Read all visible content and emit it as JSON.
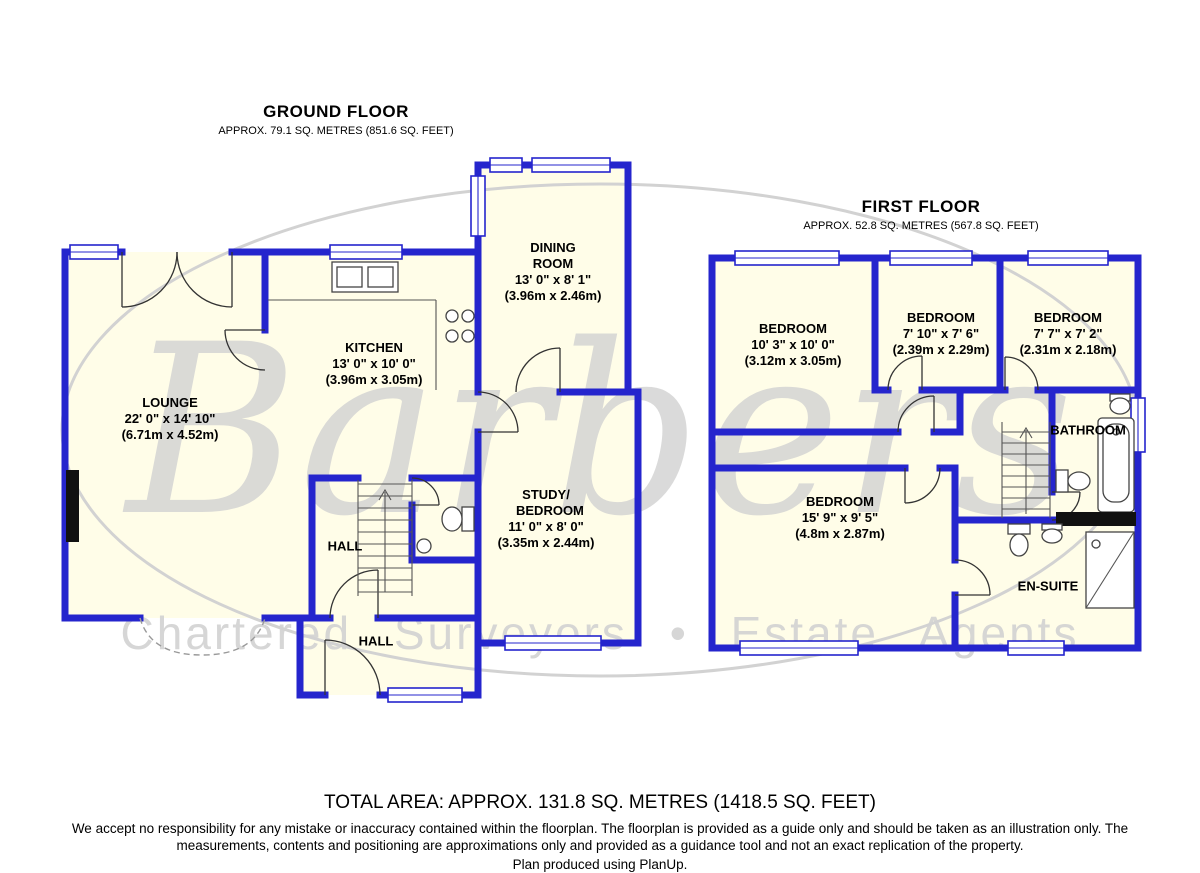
{
  "watermark": {
    "brand": "Barbers",
    "tagline": "Chartered Surveyors • Estate Agents"
  },
  "ground_floor": {
    "title": "GROUND FLOOR",
    "subtitle": "APPROX. 79.1 SQ. METRES (851.6 SQ. FEET)",
    "rooms": {
      "lounge": {
        "name": "LOUNGE",
        "imperial": "22' 0\" x 14' 10\"",
        "metric": "(6.71m x 4.52m)"
      },
      "kitchen": {
        "name": "KITCHEN",
        "imperial": "13' 0\" x 10' 0\"",
        "metric": "(3.96m x 3.05m)"
      },
      "dining": {
        "name": "DINING ROOM",
        "imperial": "13' 0\" x 8' 1\"",
        "metric": "(3.96m x 2.46m)"
      },
      "study": {
        "name": "STUDY/ BEDROOM",
        "imperial": "11' 0\" x 8' 0\"",
        "metric": "(3.35m x 2.44m)"
      },
      "hall_upper": {
        "name": "HALL"
      },
      "hall_lower": {
        "name": "HALL"
      }
    }
  },
  "first_floor": {
    "title": "FIRST FLOOR",
    "subtitle": "APPROX. 52.8 SQ. METRES (567.8 SQ. FEET)",
    "rooms": {
      "bedroom1": {
        "name": "BEDROOM",
        "imperial": "10' 3\" x 10' 0\"",
        "metric": "(3.12m x 3.05m)"
      },
      "bedroom2": {
        "name": "BEDROOM",
        "imperial": "7' 10\" x 7' 6\"",
        "metric": "(2.39m x 2.29m)"
      },
      "bedroom3": {
        "name": "BEDROOM",
        "imperial": "7' 7\" x 7' 2\"",
        "metric": "(2.31m x 2.18m)"
      },
      "bedroom4": {
        "name": "BEDROOM",
        "imperial": "15' 9\" x 9' 5\"",
        "metric": "(4.8m x 2.87m)"
      },
      "bathroom": {
        "name": "BATHROOM"
      },
      "ensuite": {
        "name": "EN-SUITE"
      }
    }
  },
  "footer": {
    "total_area": "TOTAL AREA: APPROX. 131.8 SQ. METRES (1418.5 SQ. FEET)",
    "disclaimer": "We accept no responsibility for any mistake or inaccuracy contained within the floorplan. The floorplan is provided as a guide only and should be taken as an illustration only. The measurements, contents and positioning are approximations only and provided as a guidance tool and not an exact replication of the property.",
    "produced_by": "Plan produced using PlanUp."
  },
  "colors": {
    "wall": "#2525cd",
    "room_fill": "#fffde8",
    "watermark": "#d2d2d2"
  }
}
